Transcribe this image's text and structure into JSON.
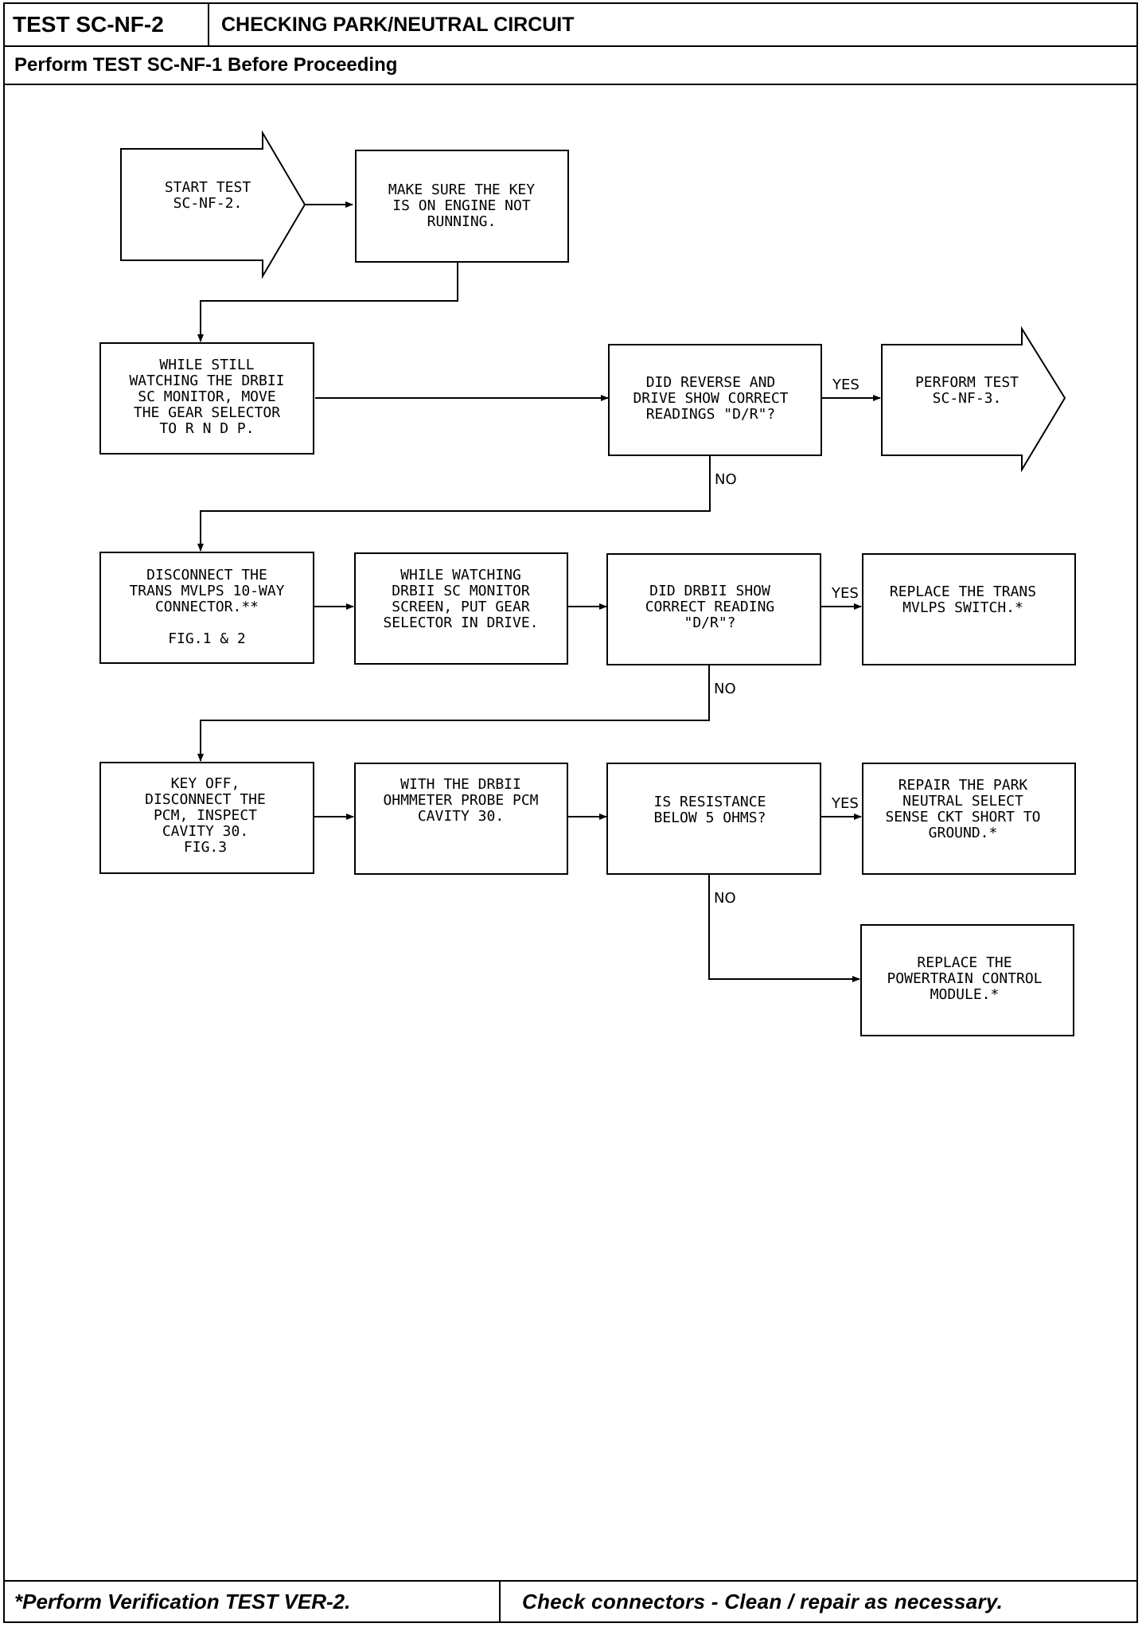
{
  "header": {
    "test_id": "TEST SC-NF-2",
    "title": "CHECKING PARK/NEUTRAL CIRCUIT",
    "prerequisite": "Perform TEST SC-NF-1 Before Proceeding"
  },
  "footer": {
    "left": "*Perform Verification TEST VER-2.",
    "right": "Check connectors - Clean / repair as necessary."
  },
  "flow": {
    "start": [
      "START TEST",
      "SC-NF-2."
    ],
    "key_on": [
      "MAKE SURE THE KEY",
      "IS ON ENGINE NOT",
      "RUNNING."
    ],
    "watch_selector": [
      "WHILE STILL",
      "WATCHING THE DRBII",
      "SC MONITOR, MOVE",
      "THE GEAR SELECTOR",
      "TO R N D P."
    ],
    "q_reverse_drive": [
      "DID REVERSE AND",
      "DRIVE SHOW CORRECT",
      "READINGS \"D/R\"?"
    ],
    "perform_nf3": [
      "PERFORM TEST",
      "SC-NF-3."
    ],
    "disconnect_mvlps": [
      "DISCONNECT THE",
      "TRANS MVLPS 10-WAY",
      "CONNECTOR.**",
      "",
      "FIG.1 & 2"
    ],
    "watch_drive": [
      "WHILE WATCHING",
      "DRBII SC MONITOR",
      "SCREEN, PUT GEAR",
      "SELECTOR IN DRIVE."
    ],
    "q_drbii_reading": [
      "DID DRBII SHOW",
      "CORRECT READING",
      "\"D/R\"?"
    ],
    "replace_switch": [
      "REPLACE THE TRANS",
      "MVLPS SWITCH.*"
    ],
    "key_off_pcm": [
      "KEY OFF,",
      "DISCONNECT THE",
      "PCM, INSPECT",
      "CAVITY 30.",
      "FIG.3"
    ],
    "ohmmeter": [
      "WITH THE DRBII",
      "OHMMETER PROBE PCM",
      "CAVITY 30."
    ],
    "q_resistance": [
      "IS RESISTANCE",
      "BELOW 5 OHMS?"
    ],
    "repair_short": [
      "REPAIR THE PARK",
      "NEUTRAL SELECT",
      "SENSE CKT SHORT TO",
      "GROUND.*"
    ],
    "replace_pcm": [
      "REPLACE THE",
      "POWERTRAIN CONTROL",
      "MODULE.*"
    ]
  },
  "labels": {
    "yes": "YES",
    "no": "NO"
  }
}
